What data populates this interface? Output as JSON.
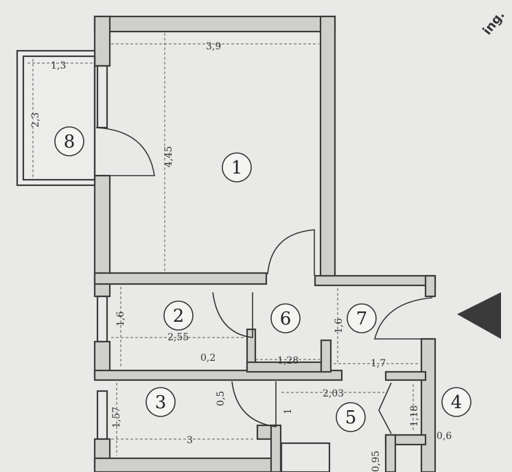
{
  "rooms": [
    {
      "id": "1",
      "number": "1"
    },
    {
      "id": "2",
      "number": "2"
    },
    {
      "id": "3",
      "number": "3"
    },
    {
      "id": "4",
      "number": "4"
    },
    {
      "id": "5",
      "number": "5"
    },
    {
      "id": "6",
      "number": "6"
    },
    {
      "id": "7",
      "number": "7"
    },
    {
      "id": "8",
      "number": "8"
    }
  ],
  "dimensions": {
    "room1_width": "3,9",
    "room1_height": "4,45",
    "room8_width": "1,3",
    "room8_height": "2,3",
    "room2_width": "2,55",
    "room2_height": "1,6",
    "niche_width": "0,2",
    "room6_width": "1,28",
    "room7_height": "1,6",
    "room7_width": "1,7",
    "hall_width": "2,03",
    "door_gap": "0,5",
    "hall_depth": "1",
    "room3_width": "3",
    "room3_height": "1,57",
    "closet_height": "1,18",
    "closet_offset": "0,6",
    "bottom_dim": "0,95"
  },
  "corner_text": "ing.",
  "entrance_color": "#3a3a3a"
}
